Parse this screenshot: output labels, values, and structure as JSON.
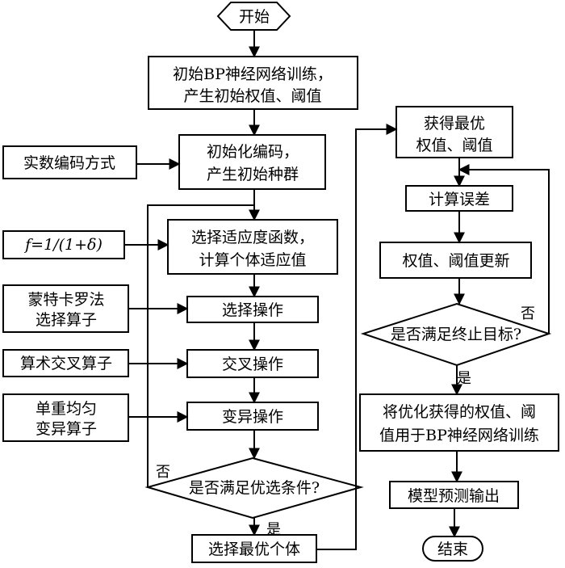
{
  "nodes": {
    "start": "开始",
    "init_bp_1": "初始BP神经网络训练，",
    "init_bp_2": "产生初始权值、阈值",
    "encode_1": "初始化编码，",
    "encode_2": "产生初始种群",
    "real_code": "实数编码方式",
    "fitness_1": "选择适应度函数，",
    "fitness_2": "计算个体适应值",
    "fitness_func": "f=1/(1+δ)",
    "monte_1": "蒙特卡罗法",
    "monte_2": "选择算子",
    "select_op": "选择操作",
    "arith_cross": "算术交叉算子",
    "cross_op": "交叉操作",
    "uniform_1": "单重均匀",
    "uniform_2": "变异算子",
    "mutate_op": "变异操作",
    "cond_opt": "是否满足优选条件?",
    "select_best": "选择最优个体",
    "get_best_1": "获得最优",
    "get_best_2": "权值、阈值",
    "calc_error": "计算误差",
    "update": "权值、阈值更新",
    "cond_stop": "是否满足终止目标?",
    "apply_1": "将优化获得的权值、阈",
    "apply_2": "值用于BP神经网络训练",
    "output": "模型预测输出",
    "end": "结束"
  },
  "labels": {
    "no": "否",
    "yes": "是"
  }
}
